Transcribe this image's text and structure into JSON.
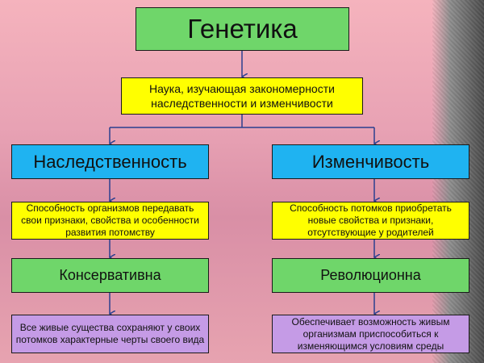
{
  "diagram": {
    "title": "Генетика",
    "definition": "Наука, изучающая закономерности наследственности и изменчивости",
    "left": {
      "heading": "Наследственность",
      "description": "Способность организмов передавать свои признаки, свойства и особенности развития потомству",
      "type": "Консервативна",
      "type_description": "Все живые существа сохраняют у своих потомков характерные черты своего вида"
    },
    "right": {
      "heading": "Изменчивость",
      "description": "Способность потомков приобретать новые свойства и признаки, отсутствующие у родителей",
      "type": "Революционна",
      "type_description": "Обеспечивает возможность живым организмам приспособиться к изменяющимся условиям среды"
    }
  },
  "colors": {
    "title_box": "#6fd66a",
    "definition_box": "#ffff00",
    "heading_box": "#1fb3f1",
    "type_box": "#6fd66a",
    "description_box": "#ffff00",
    "type_description_box": "#c59be6",
    "connector": "#2b3f8f"
  }
}
